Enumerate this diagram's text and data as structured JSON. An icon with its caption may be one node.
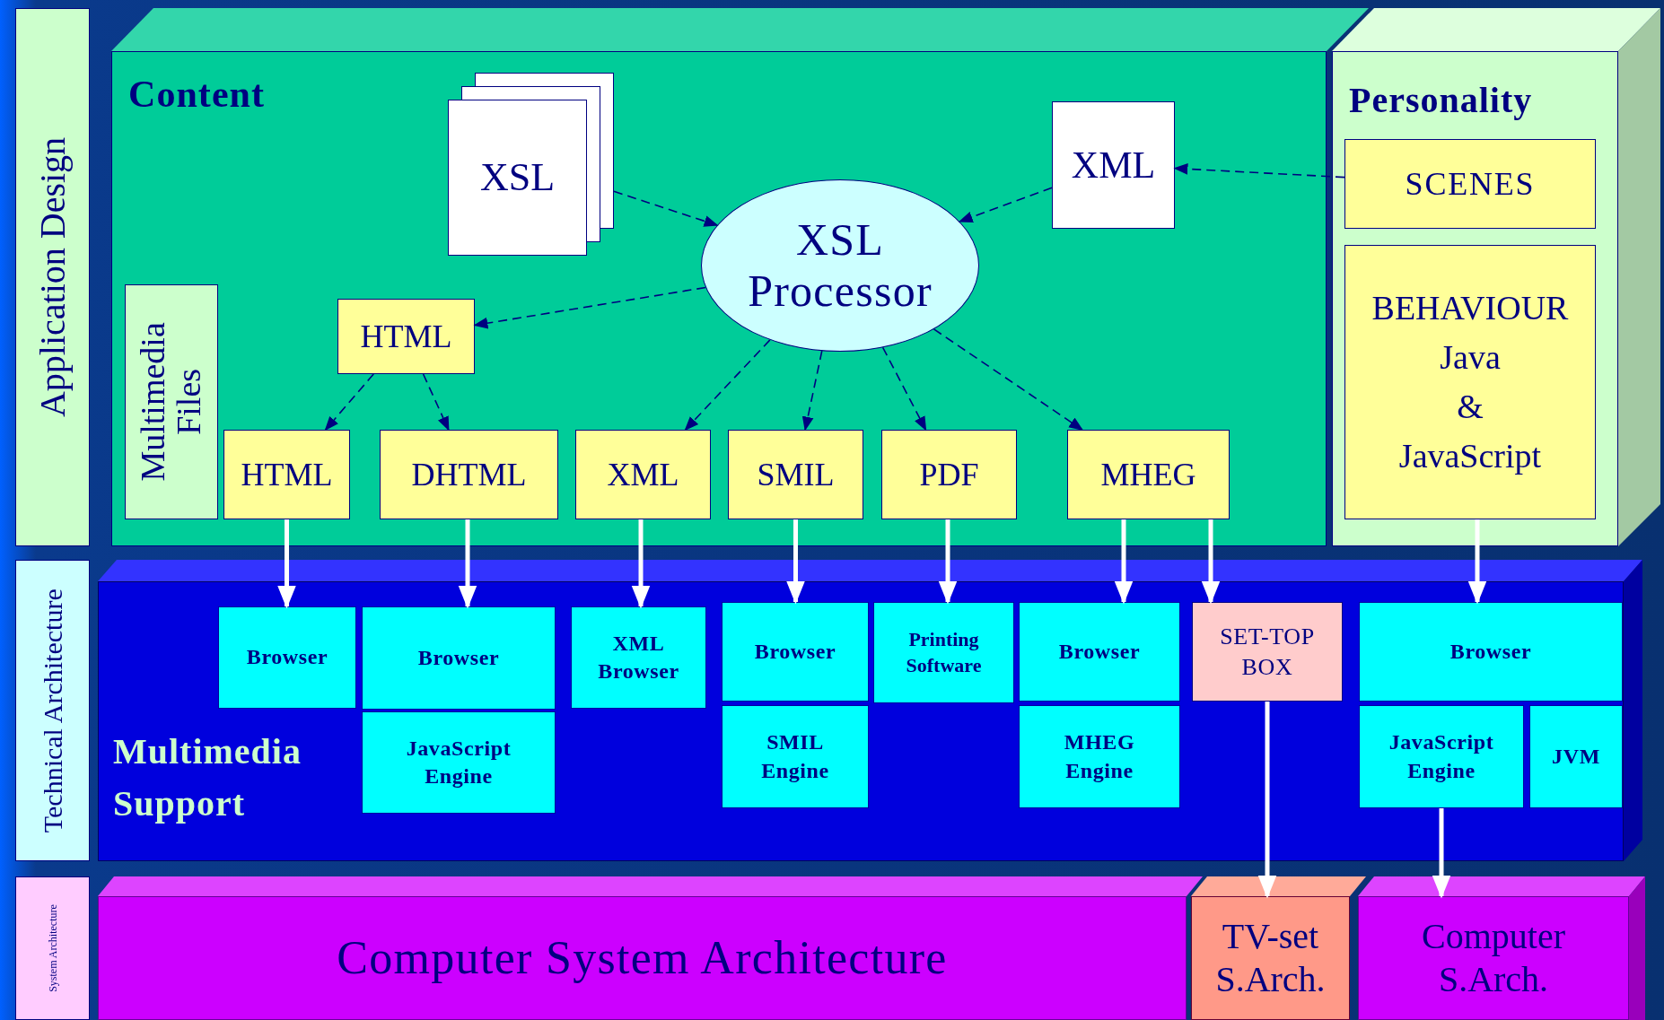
{
  "diagram": {
    "nodes": [
      {
        "text": [
          "Application Design"
        ]
      },
      {
        "text": [
          "Technical Architecture"
        ]
      },
      {
        "text": [
          "System Architecture"
        ]
      },
      {
        "text": [
          "Content"
        ]
      },
      {
        "text": [
          "Multimedia Files"
        ],
        "in": 3
      },
      {
        "text": [
          "XSL"
        ],
        "in": 3
      },
      {
        "text": [
          "XML"
        ],
        "in": 3
      },
      {
        "text": [
          "XSL Processor"
        ],
        "in": 3
      },
      {
        "text": [
          "HTML"
        ],
        "in": 3
      },
      {
        "text": [
          "HTML"
        ],
        "in": 3
      },
      {
        "text": [
          "DHTML"
        ],
        "in": 3
      },
      {
        "text": [
          "XML"
        ],
        "in": 3
      },
      {
        "text": [
          "SMIL"
        ],
        "in": 3
      },
      {
        "text": [
          "PDF"
        ],
        "in": 3
      },
      {
        "text": [
          "MHEG"
        ],
        "in": 3
      },
      {
        "text": [
          "Personality"
        ]
      },
      {
        "text": [
          "SCENES"
        ],
        "in": 15
      },
      {
        "text": [
          "BEHAVIOUR",
          "Java",
          "&",
          "JavaScript"
        ],
        "in": 15
      },
      {
        "text": [
          "Multimedia Support"
        ]
      },
      {
        "text": [
          "Browser"
        ],
        "in": 18
      },
      {
        "text": [
          "Browser"
        ],
        "in": 18
      },
      {
        "text": [
          "JavaScript Engine"
        ],
        "in": 18
      },
      {
        "text": [
          "XML Browser"
        ],
        "in": 18
      },
      {
        "text": [
          "Browser"
        ],
        "in": 18
      },
      {
        "text": [
          "SMIL Engine"
        ],
        "in": 18
      },
      {
        "text": [
          "Printing Software"
        ],
        "in": 18
      },
      {
        "text": [
          "Browser"
        ],
        "in": 18
      },
      {
        "text": [
          "MHEG Engine"
        ],
        "in": 18
      },
      {
        "text": [
          "SET-TOP BOX"
        ],
        "in": 18
      },
      {
        "text": [
          "Browser"
        ],
        "in": 18
      },
      {
        "text": [
          "JavaScript Engine"
        ],
        "in": 18
      },
      {
        "text": [
          "JVM"
        ],
        "in": 18
      },
      {
        "text": [
          "Computer System Architecture"
        ]
      },
      {
        "text": [
          "TV-set S.Arch."
        ]
      },
      {
        "text": [
          "Computer S.Arch."
        ]
      }
    ],
    "edges": [
      {
        "from": 5,
        "to": 7,
        "arrow": "to",
        "style": "dashed"
      },
      {
        "from": 6,
        "to": 7,
        "arrow": "to",
        "style": "dashed"
      },
      {
        "from": 16,
        "to": 6,
        "arrow": "to",
        "style": "dashed"
      },
      {
        "from": 7,
        "to": 8,
        "arrow": "to",
        "style": "dashed"
      },
      {
        "from": 8,
        "to": 9,
        "arrow": "to",
        "style": "dashed"
      },
      {
        "from": 8,
        "to": 10,
        "arrow": "to",
        "style": "dashed"
      },
      {
        "from": 7,
        "to": 11,
        "arrow": "to",
        "style": "dashed"
      },
      {
        "from": 7,
        "to": 12,
        "arrow": "to",
        "style": "dashed"
      },
      {
        "from": 7,
        "to": 13,
        "arrow": "to",
        "style": "dashed"
      },
      {
        "from": 7,
        "to": 14,
        "arrow": "to",
        "style": "dashed"
      },
      {
        "from": 9,
        "to": 19,
        "arrow": "to",
        "style": "thick",
        "color": "#ffffff"
      },
      {
        "from": 10,
        "to": 20,
        "arrow": "to",
        "style": "thick",
        "color": "#ffffff"
      },
      {
        "from": 11,
        "to": 22,
        "arrow": "to",
        "style": "thick",
        "color": "#ffffff"
      },
      {
        "from": 12,
        "to": 23,
        "arrow": "to",
        "style": "thick",
        "color": "#ffffff"
      },
      {
        "from": 13,
        "to": 25,
        "arrow": "to",
        "style": "thick",
        "color": "#ffffff"
      },
      {
        "from": 14,
        "to": 26,
        "arrow": "to",
        "style": "thick",
        "color": "#ffffff"
      },
      {
        "from": 14,
        "to": 28,
        "arrow": "to",
        "style": "thick",
        "color": "#ffffff"
      },
      {
        "from": 17,
        "to": 29,
        "arrow": "to",
        "style": "thick",
        "color": "#ffffff"
      },
      {
        "from": 28,
        "to": 33,
        "arrow": "to",
        "style": "thick",
        "color": "#ffffff"
      },
      {
        "from": 30,
        "to": 34,
        "arrow": "to",
        "style": "thick",
        "color": "#ffffff"
      }
    ]
  }
}
